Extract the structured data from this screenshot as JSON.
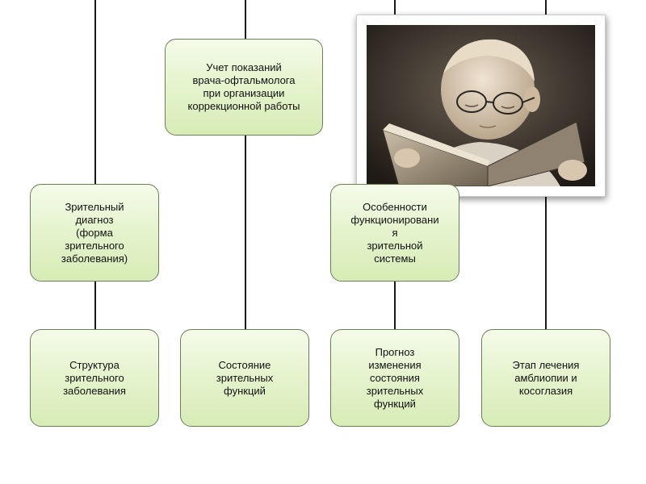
{
  "diagram": {
    "top_box": "Учет показаний\nврача-офтальмолога\nпри организации\nкоррекционной работы",
    "left_mid_box": "Зрительный\nдиагноз\n(форма\nзрительного\nзаболевания)",
    "right_mid_box": "Особенности\nфункционировани\nя\nзрительной\nсистемы",
    "bottom_boxes": [
      "Структура\nзрительного\nзаболевания",
      "Состояние\nзрительных\nфункций",
      "Прогноз\nизменения\nсостояния\nзрительных\nфункций",
      "Этап лечения\nамблиопии и\nкосоглазия"
    ]
  },
  "photo": {
    "subject": "child-with-glasses-reading-book",
    "tone": "sepia"
  },
  "colors": {
    "box_fill": "#e6f4cf",
    "box_border": "#6b7f55",
    "lines": "#1a1a1a"
  }
}
